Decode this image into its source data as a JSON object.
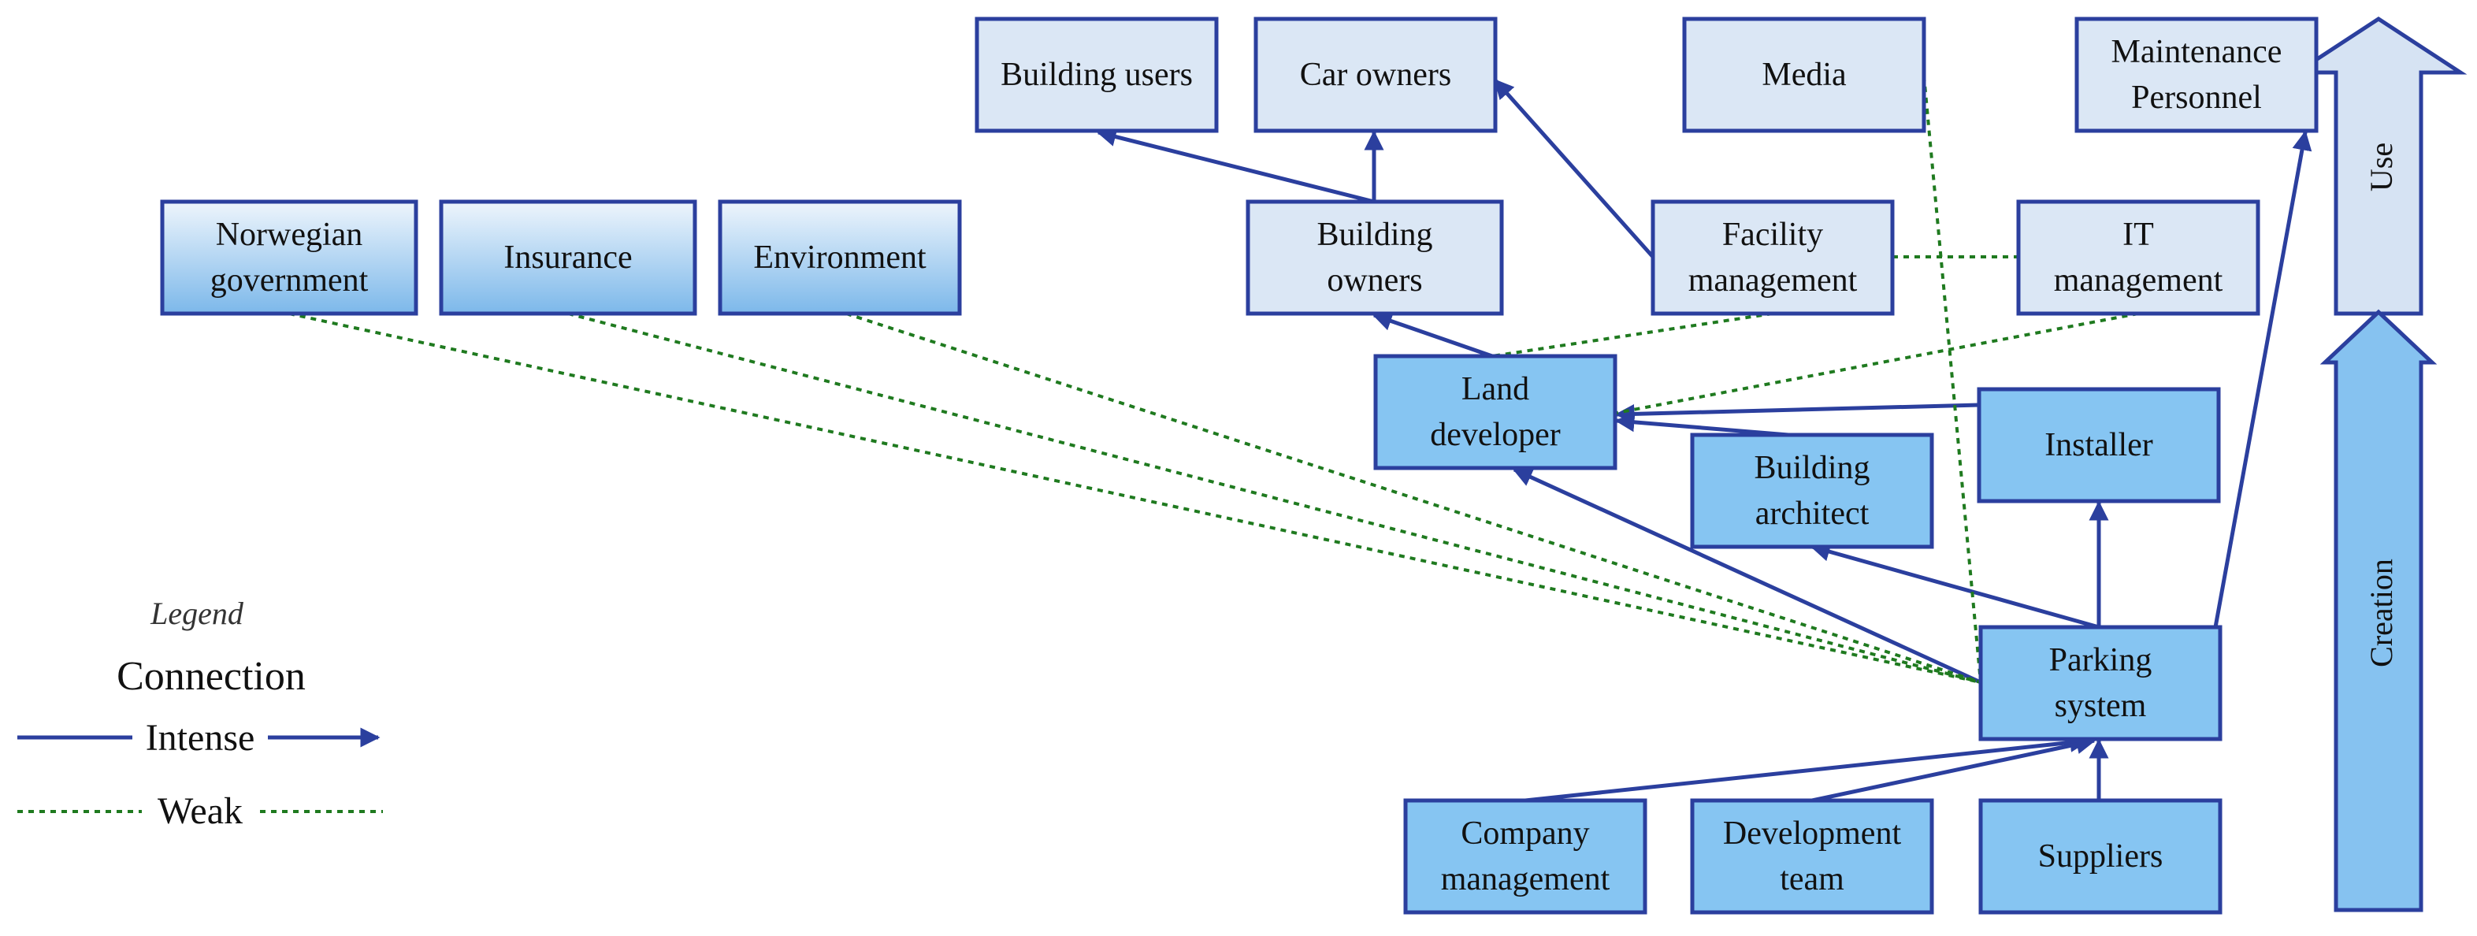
{
  "colors": {
    "border": "#2b3f9e",
    "intense": "#2b3f9e",
    "weak": "#1f7a1f",
    "use_fill": "#d6e3f3",
    "creation_fill": "#86c2f0",
    "pale_fill": "#dbe7f5",
    "gradient_top": "#eef5fc",
    "gradient_bottom": "#7cb8ea",
    "bright_fill": "#86c5f2"
  },
  "nodes": [
    {
      "id": "building-users",
      "lines": [
        "Building users"
      ],
      "style": "pale"
    },
    {
      "id": "car-owners",
      "lines": [
        "Car owners"
      ],
      "style": "pale"
    },
    {
      "id": "media",
      "lines": [
        "Media"
      ],
      "style": "pale"
    },
    {
      "id": "maintenance-personnel",
      "lines": [
        "Maintenance",
        "Personnel"
      ],
      "style": "pale"
    },
    {
      "id": "norwegian-government",
      "lines": [
        "Norwegian",
        "government"
      ],
      "style": "gradient"
    },
    {
      "id": "insurance",
      "lines": [
        "Insurance"
      ],
      "style": "gradient"
    },
    {
      "id": "environment",
      "lines": [
        "Environment"
      ],
      "style": "gradient"
    },
    {
      "id": "building-owners",
      "lines": [
        "Building",
        "owners"
      ],
      "style": "pale"
    },
    {
      "id": "facility-management",
      "lines": [
        "Facility",
        "management"
      ],
      "style": "pale"
    },
    {
      "id": "it-management",
      "lines": [
        "IT",
        "management"
      ],
      "style": "pale"
    },
    {
      "id": "land-developer",
      "lines": [
        "Land",
        "developer"
      ],
      "style": "bright"
    },
    {
      "id": "installer",
      "lines": [
        "Installer"
      ],
      "style": "bright"
    },
    {
      "id": "building-architect",
      "lines": [
        "Building",
        "architect"
      ],
      "style": "bright"
    },
    {
      "id": "parking-system",
      "lines": [
        "Parking",
        "system"
      ],
      "style": "bright"
    },
    {
      "id": "company-management",
      "lines": [
        "Company",
        "management"
      ],
      "style": "bright"
    },
    {
      "id": "development-team",
      "lines": [
        "Development",
        "team"
      ],
      "style": "bright"
    },
    {
      "id": "suppliers",
      "lines": [
        "Suppliers"
      ],
      "style": "bright"
    }
  ],
  "phase_arrows": {
    "use": "Use",
    "creation": "Creation"
  },
  "legend": {
    "title": "Legend",
    "subtitle": "Connection",
    "intense_label": "Intense",
    "weak_label": "Weak"
  },
  "connections": [
    {
      "from": "building-owners",
      "to": "building-users",
      "type": "intense"
    },
    {
      "from": "building-owners",
      "to": "car-owners",
      "type": "intense"
    },
    {
      "from": "facility-management",
      "to": "car-owners",
      "type": "intense"
    },
    {
      "from": "land-developer",
      "to": "building-owners",
      "type": "intense"
    },
    {
      "from": "parking-system",
      "to": "maintenance-personnel",
      "type": "intense"
    },
    {
      "from": "installer",
      "to": "land-developer",
      "type": "intense"
    },
    {
      "from": "building-architect",
      "to": "land-developer",
      "type": "intense"
    },
    {
      "from": "parking-system",
      "to": "land-developer",
      "type": "intense"
    },
    {
      "from": "parking-system",
      "to": "building-architect",
      "type": "intense"
    },
    {
      "from": "parking-system",
      "to": "installer",
      "type": "intense"
    },
    {
      "from": "company-management",
      "to": "parking-system",
      "type": "intense"
    },
    {
      "from": "development-team",
      "to": "parking-system",
      "type": "intense"
    },
    {
      "from": "suppliers",
      "to": "parking-system",
      "type": "intense"
    },
    {
      "from": "norwegian-government",
      "to": "parking-system",
      "type": "weak"
    },
    {
      "from": "insurance",
      "to": "parking-system",
      "type": "weak"
    },
    {
      "from": "environment",
      "to": "parking-system",
      "type": "weak"
    },
    {
      "from": "media",
      "to": "parking-system",
      "type": "weak"
    },
    {
      "from": "facility-management",
      "to": "it-management",
      "type": "weak"
    },
    {
      "from": "facility-management",
      "to": "land-developer",
      "type": "weak"
    },
    {
      "from": "it-management",
      "to": "land-developer",
      "type": "weak"
    }
  ]
}
